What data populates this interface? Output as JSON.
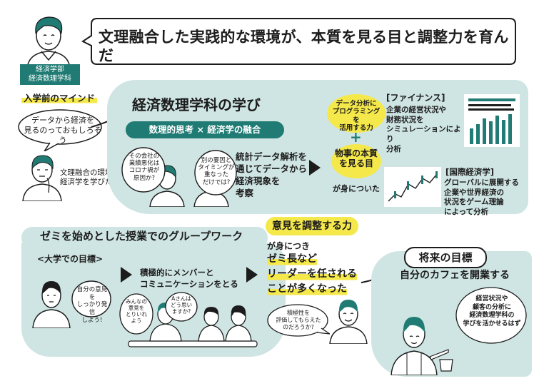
{
  "header": {
    "title": "文理融合した実践的な環境が、本質を見る目と調整力を育んだ",
    "profile_badge": "経済学部\n経済数理学科"
  },
  "mindset": {
    "label": "入学前のマインド",
    "bubble": "データから経済を\n見るのっておもしろそう",
    "note": "文理融合の環境で\n経済学を学びたい"
  },
  "study": {
    "title": "経済数理学科の学び",
    "banner": "数理的思考 × 経済学の融合",
    "bubble1": "その会社の\n業績悪化は\nコロナ禍が\n原因か?",
    "bubble2": "別の要因と\nタイミングが\n重なった\nだけでは?",
    "desc": "統計データ解析を\n通じてデータから\n経済現象を\n考察",
    "skill1": "データ分析に\nプログラミングを\n活用する力",
    "plus": "+",
    "skill2": "物事の本質\nを見る目",
    "acquired": "が身についた"
  },
  "finance": {
    "label": "[ファイナンス]",
    "desc": "企業の経営状況や\n財務状況を\nシミュレーションにより\n分析"
  },
  "international": {
    "label": "[国際経済学]",
    "desc": "グローバルに展開する\n企業や世界経済の\n状況をゲーム理論\nによって分析"
  },
  "seminar": {
    "banner": "ゼミを始めとした授業でのグループワーク",
    "goal_label": "<大学での目標>",
    "goal_bubble": "自分の意見を\nしっかり発信\nしよう!",
    "action": "積極的にメンバーと\nコミュニケーションをとる",
    "bubble_a": "みんなの\n意見を\nとりいれ\nよう",
    "bubble_b": "Aさんは\nどう思い\nますか?"
  },
  "coordination": {
    "title": "意見を調整する力",
    "lead": "が身につき",
    "line1": "ゼミ長など",
    "line2": "リーダーを任される",
    "line3": "ことが多くなった",
    "bubble": "積極性を\n評価してもらえた\nのだろうか?"
  },
  "future": {
    "label": "将来の目標",
    "goal": "自分のカフェを開業する",
    "bubble": "経営状況や\n顧客の分析に\n経済数理学科の\n学びを活かせるはず"
  },
  "colors": {
    "teal": "#cfe5e3",
    "yellow": "#f5e84a",
    "hair": "#1f7b73",
    "ink": "#1c1c1c"
  }
}
